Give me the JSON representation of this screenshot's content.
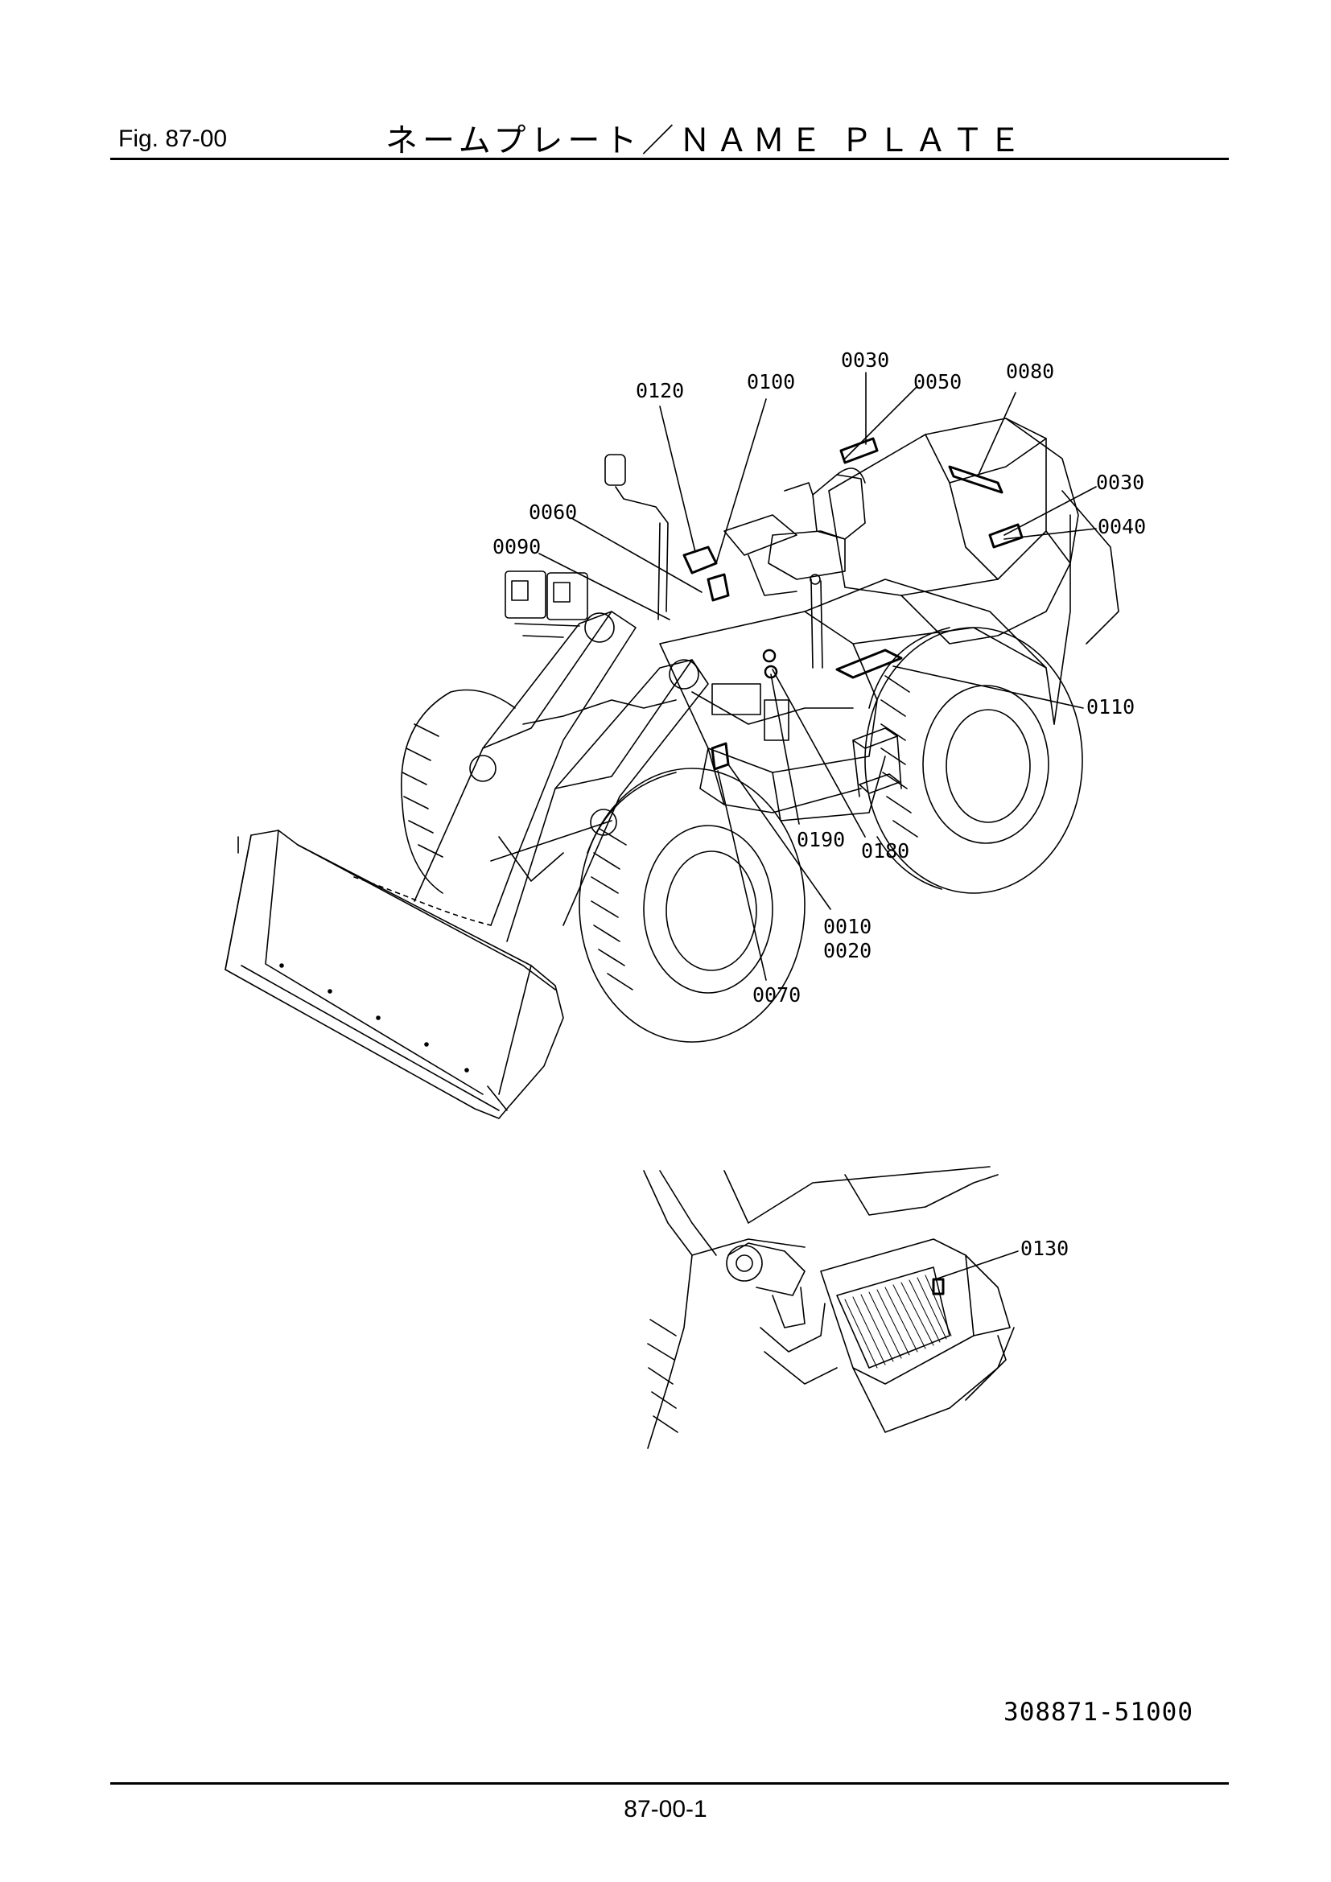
{
  "header": {
    "fig_label": "Fig.  87-00",
    "title": "ネームプレート／ＮＡＭＥ ＰＬＡＴＥ"
  },
  "diagram": {
    "callouts": {
      "c0030a": "0030",
      "c0050": "0050",
      "c0080": "0080",
      "c0120": "0120",
      "c0100": "0100",
      "c0030b": "0030",
      "c0040": "0040",
      "c0060": "0060",
      "c0090": "0090",
      "c0110": "0110",
      "c0190": "0190",
      "c0180": "0180",
      "c0010": "0010",
      "c0020": "0020",
      "c0070": "0070",
      "c0130": "0130"
    }
  },
  "footer": {
    "doc_number": "308871-51000",
    "page_number": "87-00-1"
  }
}
